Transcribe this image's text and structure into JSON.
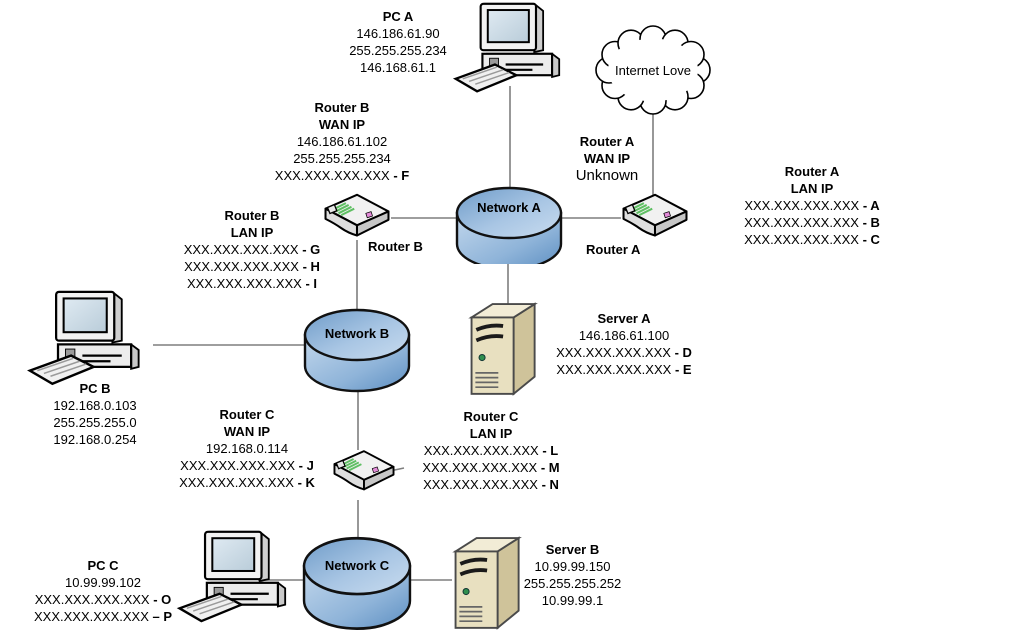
{
  "nodes": {
    "pc_a": {
      "title": "PC A",
      "lines": [
        "146.186.61.90",
        "255.255.255.234",
        "146.168.61.1"
      ]
    },
    "cloud": {
      "label": "Internet Love"
    },
    "router_b_wan": {
      "title": "Router B",
      "subtitle": "WAN IP",
      "entries": [
        {
          "value": "146.186.61.102"
        },
        {
          "value": "255.255.255.234"
        },
        {
          "value": "XXX.XXX.XXX.XXX",
          "tag": "- F"
        }
      ]
    },
    "router_a_wan": {
      "title": "Router A",
      "subtitle": "WAN IP",
      "status": "Unknown"
    },
    "router_a_lan": {
      "title": "Router A",
      "subtitle": "LAN IP",
      "entries": [
        {
          "value": "XXX.XXX.XXX.XXX",
          "tag": "- A"
        },
        {
          "value": "XXX.XXX.XXX.XXX",
          "tag": "- B"
        },
        {
          "value": "XXX.XXX.XXX.XXX",
          "tag": "- C"
        }
      ]
    },
    "router_b_lan": {
      "title": "Router B",
      "subtitle": "LAN IP",
      "entries": [
        {
          "value": "XXX.XXX.XXX.XXX",
          "tag": "- G"
        },
        {
          "value": "XXX.XXX.XXX.XXX",
          "tag": "- H"
        },
        {
          "value": "XXX.XXX.XXX.XXX",
          "tag": "- I"
        }
      ]
    },
    "router_b_label": "Router B",
    "router_a_label": "Router A",
    "network_a": {
      "label": "Network A"
    },
    "network_b": {
      "label": "Network B"
    },
    "network_c": {
      "label": "Network C"
    },
    "pc_b": {
      "title": "PC B",
      "lines": [
        "192.168.0.103",
        "255.255.255.0",
        "192.168.0.254"
      ]
    },
    "server_a": {
      "title": "Server A",
      "entries": [
        {
          "value": "146.186.61.100"
        },
        {
          "value": "XXX.XXX.XXX.XXX",
          "tag": "- D"
        },
        {
          "value": "XXX.XXX.XXX.XXX",
          "tag": "- E"
        }
      ]
    },
    "router_c_wan": {
      "title": "Router C",
      "subtitle": "WAN IP",
      "entries": [
        {
          "value": "192.168.0.114"
        },
        {
          "value": "XXX.XXX.XXX.XXX",
          "tag": "- J"
        },
        {
          "value": "XXX.XXX.XXX.XXX",
          "tag": "- K"
        }
      ]
    },
    "router_c_lan": {
      "title": "Router C",
      "subtitle": "LAN IP",
      "entries": [
        {
          "value": "XXX.XXX.XXX.XXX",
          "tag": "- L"
        },
        {
          "value": "XXX.XXX.XXX.XXX",
          "tag": "- M"
        },
        {
          "value": "XXX.XXX.XXX.XXX",
          "tag": "- N"
        }
      ]
    },
    "pc_c": {
      "title": "PC C",
      "entries": [
        {
          "value": "10.99.99.102"
        },
        {
          "value": "XXX.XXX.XXX.XXX",
          "tag": "- O"
        },
        {
          "value": "XXX.XXX.XXX.XXX",
          "tag": "– P"
        }
      ]
    },
    "server_b": {
      "title": "Server B",
      "lines": [
        "10.99.99.150",
        "255.255.255.252",
        "10.99.99.1"
      ]
    }
  },
  "colors": {
    "wire": "#7f7f7f",
    "network_top": "#9dbfe2",
    "network_body": "#6e9dc9",
    "server_front": "#e8e0c0",
    "router_face": "#efefef"
  }
}
